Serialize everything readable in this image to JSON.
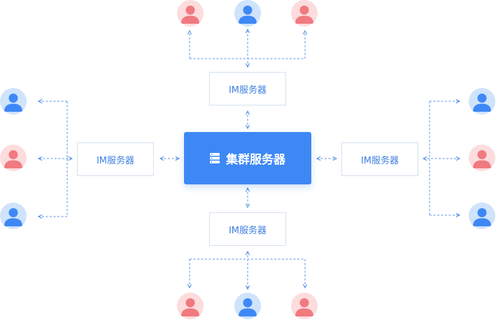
{
  "cluster": {
    "label": "集群服务器",
    "icon": "server-icon"
  },
  "im_servers": {
    "top": "IM服务器",
    "bottom": "IM服务器",
    "left": "IM服务器",
    "right": "IM服务器"
  },
  "colors": {
    "blue_user": "#3e88f6",
    "blue_user_bg": "#cfe3fb",
    "red_user": "#f07a80",
    "red_user_bg": "#fcdcdd",
    "connector": "#5a93e6",
    "cluster_bg": "#3e88f6"
  },
  "users": {
    "top": [
      "red",
      "blue",
      "red"
    ],
    "bottom": [
      "red",
      "blue",
      "red"
    ],
    "left": [
      "blue",
      "red",
      "blue"
    ],
    "right": [
      "blue",
      "red",
      "blue"
    ]
  }
}
